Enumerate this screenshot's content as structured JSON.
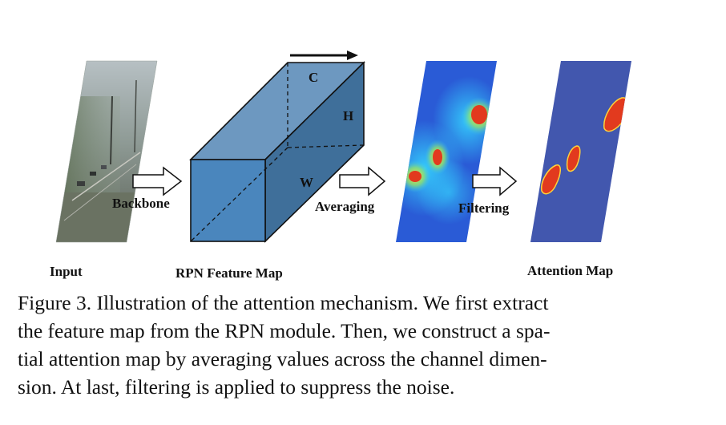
{
  "figure": {
    "stages": {
      "input_label": "Input",
      "feature_map_label": "RPN Feature Map",
      "attention_map_label": "Attention Map"
    },
    "arrows": {
      "backbone_label": "Backbone",
      "averaging_label": "Averaging",
      "filtering_label": "Filtering"
    },
    "dimensions": {
      "c_label": "C",
      "h_label": "H",
      "w_label": "W"
    },
    "colors": {
      "box_front": "#4a86bd",
      "box_top": "#6d98c0",
      "box_side": "#3f6f9a",
      "heatmap_background": "#2a5bd6",
      "attention_background": "#3a4fa8",
      "hot_spot": "#e23a1e"
    }
  },
  "caption": {
    "lines": [
      "Figure 3. Illustration of the attention mechanism. We first extract",
      "the feature map from the RPN module. Then, we construct a spa-",
      "tial attention map by averaging values across the channel dimen-",
      "sion. At last, filtering is applied to suppress the noise."
    ]
  }
}
